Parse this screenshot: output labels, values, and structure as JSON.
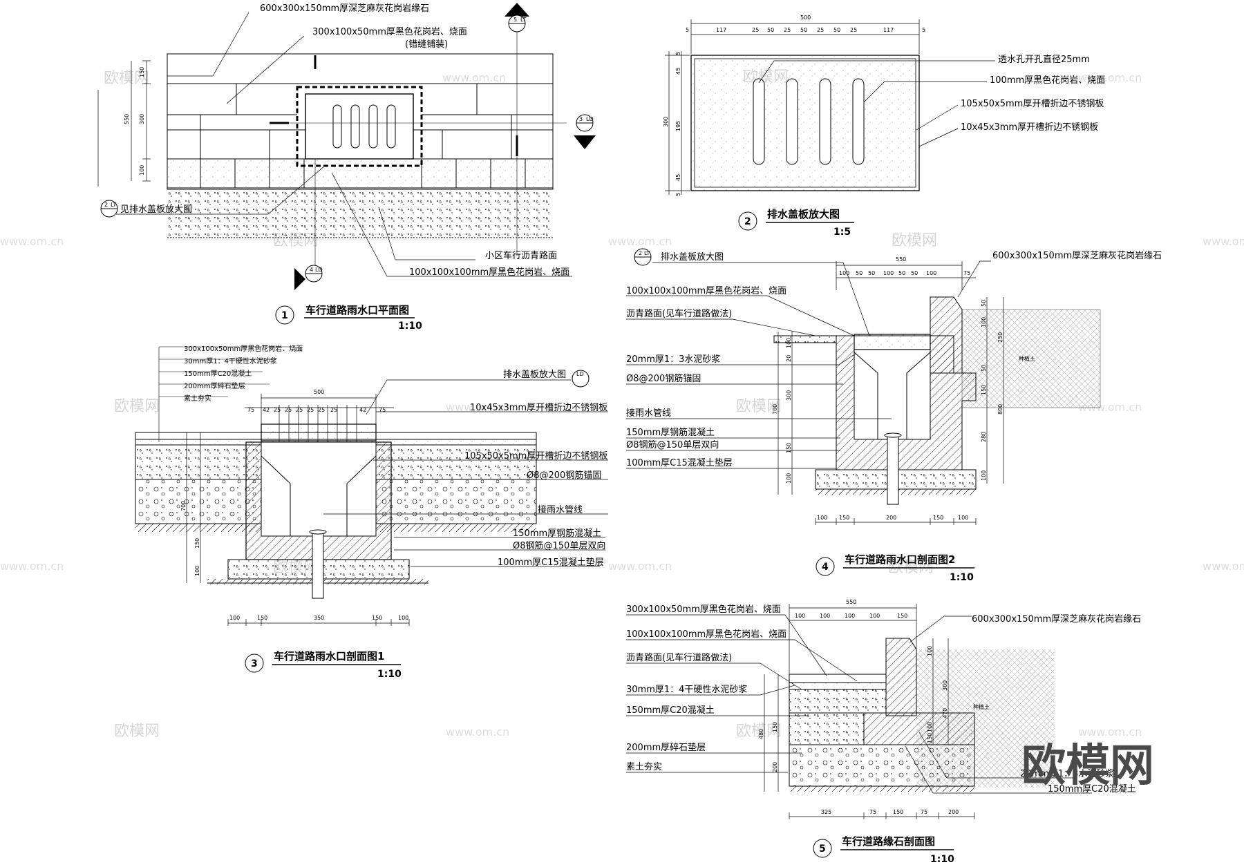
{
  "drawings": {
    "d1": {
      "no": "1",
      "title": "车行道路雨水口平面图",
      "scale": "1:10",
      "labels": [
        "600x300x150mm厚深芝麻灰花岗岩缘石",
        "300x100x50mm厚黑色花岗岩、烧面",
        "(错缝铺装)",
        "见排水盖板放大图",
        "小区车行沥青路面",
        "100x100x100mm厚黑色花岗岩、烧面"
      ],
      "dims": [
        "150",
        "300",
        "100",
        "550"
      ],
      "callouts": [
        {
          "top": "5",
          "bottom": "LT"
        },
        {
          "top": "3",
          "bottom": "LD"
        },
        {
          "top": "4",
          "bottom": "LD"
        },
        {
          "top": "2",
          "bottom": "LT"
        }
      ]
    },
    "d2": {
      "no": "2",
      "title": "排水盖板放大图",
      "scale": "1:5",
      "labels": [
        "透水孔开孔直径25mm",
        "100mm厚黑色花岗岩、烧面",
        "105x50x5mm厚开槽折边不锈钢板",
        "10x45x3mm厚开槽折边不锈钢板"
      ],
      "dims_top": [
        "5",
        "117",
        "25",
        "50",
        "25",
        "50",
        "25",
        "50",
        "25",
        "117",
        "5"
      ],
      "dim_total": "500",
      "dims_left": [
        "5",
        "45",
        "195",
        "45",
        "5"
      ],
      "dim_left_total": "300"
    },
    "d3": {
      "no": "3",
      "title": "车行道路雨水口剖面图1",
      "scale": "1:10",
      "labels_left": [
        "300x100x50mm厚黑色花岗岩、烧面",
        "30mm厚1：4干硬性水泥砂浆",
        "150mm厚C20混凝土",
        "200mm厚碎石垫层",
        "素土夯实"
      ],
      "labels_right": [
        "排水盖板放大图",
        "10x45x3mm厚开槽折边不锈钢板",
        "105x50x5mm厚开槽折边不锈钢板",
        "Ø8@200钢筋锚固",
        "接雨水管线",
        "150mm厚钢筋混凝土",
        "Ø8钢筋@150单层双向",
        "100mm厚C15混凝土垫层"
      ],
      "dims_top": [
        "75",
        "42",
        "25",
        "25",
        "25",
        "25",
        "25",
        "25",
        "42",
        "75"
      ],
      "dim_total": "500",
      "dims_bottom": [
        "100",
        "150",
        "350",
        "150",
        "100"
      ],
      "dims_left": [
        "700",
        "150",
        "100"
      ],
      "callout_ref": "LD"
    },
    "d4": {
      "no": "4",
      "title": "车行道路雨水口剖面图2",
      "scale": "1:10",
      "labels": [
        "排水盖板放大图",
        "100x100x100mm厚黑色花岗岩、烧面",
        "沥青路面(见车行道路做法)",
        "20mm厚1：3水泥砂浆",
        "Ø8@200钢筋锚固",
        "接雨水管线",
        "150mm厚钢筋混凝土",
        "Ø8钢筋@150单层双向",
        "100mm厚C15混凝土垫层"
      ],
      "label_right": "600x300x150mm厚深芝麻灰花岗岩缘石",
      "soil": "种植土",
      "callout": {
        "top": "2",
        "bottom": "LT"
      },
      "dims_top": [
        "100",
        "50",
        "50",
        "100",
        "50",
        "50",
        "100",
        "75"
      ],
      "dim_total": "550",
      "dims_bottom": [
        "100",
        "150",
        "200",
        "150",
        "100"
      ],
      "dims_left": [
        "100",
        "20",
        "300",
        "150",
        "100",
        "700"
      ],
      "dims_right": [
        "50",
        "100",
        "250",
        "50",
        "150",
        "280",
        "100",
        "800"
      ]
    },
    "d5": {
      "no": "5",
      "title": "车行道路缘石剖面图",
      "scale": "1:10",
      "labels": [
        "300x100x50mm厚黑色花岗岩、烧面",
        "100x100x100mm厚黑色花岗岩、烧面",
        "沥青路面(见车行道路做法)",
        "30mm厚1：4干硬性水泥砂浆",
        "150mm厚C20混凝土",
        "200mm厚碎石垫层",
        "素土夯实"
      ],
      "labels_right": [
        "600x300x150mm厚深芝麻灰花岗岩缘石",
        "20mm厚1：3水泥砂浆",
        "150mm厚C20混凝土"
      ],
      "soil": "种植土",
      "dims_top": [
        "100",
        "100",
        "100",
        "100",
        "150"
      ],
      "dim_total": "550",
      "dims_bottom": [
        "325",
        "75",
        "150",
        "75",
        "200"
      ],
      "dims_left": [
        "480",
        "200",
        "150"
      ],
      "dims_right": [
        "100",
        "300",
        "100",
        "470",
        "150"
      ]
    }
  },
  "watermark": {
    "text": "欧模网",
    "url": "www.om.cn"
  },
  "logo": "欧模网"
}
